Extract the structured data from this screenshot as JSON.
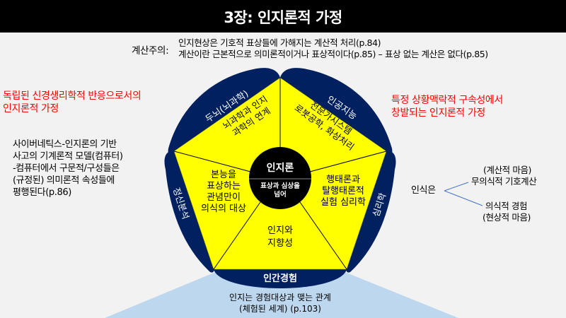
{
  "header": {
    "title": "3장: 인지론적 가정"
  },
  "computation_note": {
    "label": "계산주의:",
    "lines": [
      "인지현상은 기호적 표상들에 가해지는 계산적 처리(p.84)",
      "계산이란 근본적으로 의미론적이거나 표상적이다(p.85) – 표상 없는 계산은 없다(p.85)"
    ]
  },
  "left_note_red": {
    "line1": "독립된 신경생리학적 반응으로서의",
    "line2": "인지론적 가정"
  },
  "right_note_red": {
    "line1": "특정 상황맥락적 구속성에서",
    "line2": "창발되는 인지론적 가정"
  },
  "cybernetics_note": {
    "lines": [
      "사이버네틱스-인지론의 기반",
      "사고의 기계론적 모델(컴퓨터)",
      "-컴퓨터에서 구문적/구성들은",
      "(규정된) 의미론적 속성들에",
      "평행된다(p.86)"
    ]
  },
  "cognition_branch": {
    "root": "인식은",
    "upper": {
      "line1": "(계산적 마음)",
      "line2": "무의식적 기호계산"
    },
    "lower": {
      "line1": "의식적 경험",
      "line2": "(현상적 마음)"
    },
    "line_color": "#4472c4"
  },
  "pentagon": {
    "center": {
      "title": "인지론",
      "subtitle_line1": "표상과 심상을",
      "subtitle_line2": "넘어"
    },
    "outer_labels": {
      "top_left": "두뇌(뇌과학)",
      "top_right": "인공지능",
      "left": "정신분석",
      "right": "심리학",
      "bottom": "인간경험"
    },
    "segments": {
      "top_left": {
        "line1": "뇌과학과 인지",
        "line2": "과학의 연계"
      },
      "top_right": {
        "line1": "전문가시스템",
        "line2": "로봇공학, 화상처리"
      },
      "left": {
        "line1": "본능을",
        "line2": "표상하는",
        "line3": "관념만이",
        "line4": "의식의 대상"
      },
      "right": {
        "line1": "행태론과",
        "line2": "탈행태론적",
        "line3": "실험 심리학"
      },
      "bottom": {
        "line1": "인지와",
        "line2": "지향성"
      }
    },
    "colors": {
      "fill": "#ffff00",
      "outer": "#002060",
      "center": "#000000"
    }
  },
  "experience_note": {
    "line1": "인지는 경험대상과 맺는 관계",
    "line2": "(체험된 세계) (p.103)",
    "bg_color": "#bdd7ee"
  }
}
